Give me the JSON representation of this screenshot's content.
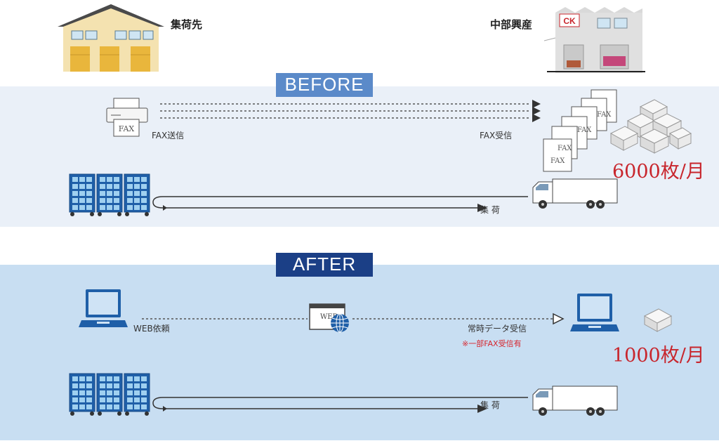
{
  "header": {
    "shipper_label": "集荷先",
    "company_label": "中部興産",
    "company_logo_text": "CK"
  },
  "before": {
    "tag": "BEFORE",
    "fax_send_label": "FAX送信",
    "fax_receive_label": "FAX受信",
    "paper_count": "6000枚/月",
    "pickup_label": "集 荷",
    "fax_doc_text": "FAX"
  },
  "after": {
    "tag": "AFTER",
    "web_request_label": "WEB依頼",
    "web_icon_text": "WEB",
    "always_receive_label": "常時データ受信",
    "fax_note": "※一部FAX受信有",
    "paper_count": "1000枚/月",
    "pickup_label": "集 荷"
  },
  "colors": {
    "before_band": "#eaf0f8",
    "after_band": "#c8def2",
    "before_tag": "#5b8ac9",
    "after_tag": "#1b3f86",
    "count_red": "#c8262d",
    "note_red": "#d7262e",
    "rack_blue": "#2a6fb5",
    "laptop_blue": "#1f5fa8"
  },
  "icons": [
    "warehouse-icon",
    "factory-icon",
    "fax-machine-icon",
    "fax-documents-icon",
    "paper-boxes-icon",
    "cart-racks-icon",
    "truck-icon",
    "laptop-icon",
    "web-globe-icon",
    "arrow-icon"
  ]
}
